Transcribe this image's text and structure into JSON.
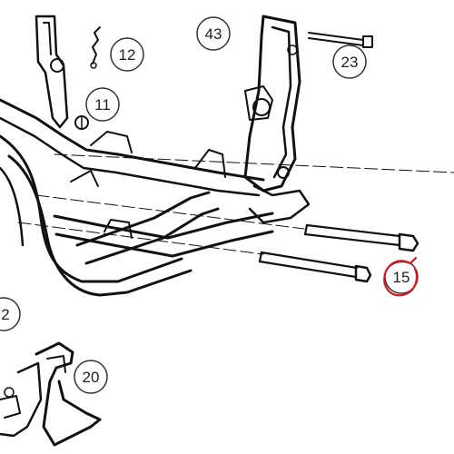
{
  "diagram": {
    "callouts": [
      {
        "id": "12",
        "label": "12"
      },
      {
        "id": "43",
        "label": "43"
      },
      {
        "id": "23",
        "label": "23"
      },
      {
        "id": "11",
        "label": "11"
      },
      {
        "id": "15",
        "label": "15",
        "highlighted": true
      },
      {
        "id": "20",
        "label": "20"
      },
      {
        "id": "2",
        "label": "2"
      }
    ],
    "colors": {
      "line": "#111111",
      "callout_ring": "#333333",
      "highlight_ring": "#d8141e",
      "background": "#ffffff"
    }
  }
}
